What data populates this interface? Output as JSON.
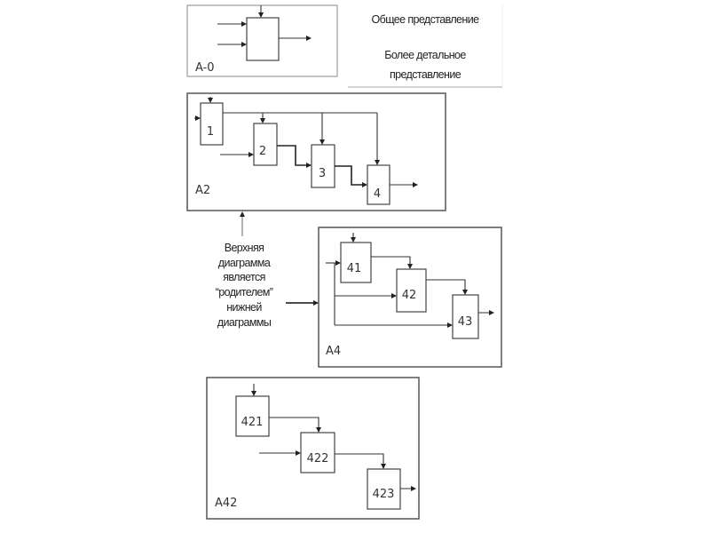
{
  "legend": {
    "general_view": "Общее представление",
    "detailed_view_line1": "Более детальное",
    "detailed_view_line2": "представление"
  },
  "caption": {
    "lines": [
      "Верхняя",
      "диаграмма",
      "является",
      "“родителем”",
      "нижней",
      "диаграммы"
    ]
  },
  "diagrams": {
    "a0": {
      "label": "A-0",
      "boxes": []
    },
    "a2": {
      "label": "A2",
      "boxes": [
        "1",
        "2",
        "3",
        "4"
      ]
    },
    "a4": {
      "label": "A4",
      "boxes": [
        "41",
        "42",
        "43"
      ]
    },
    "a42": {
      "label": "A42",
      "boxes": [
        "421",
        "422",
        "423"
      ]
    }
  },
  "colors": {
    "line": "#333333",
    "frame": "#555555",
    "background": "#ffffff"
  }
}
